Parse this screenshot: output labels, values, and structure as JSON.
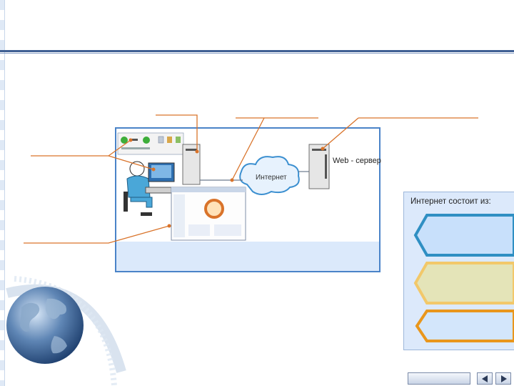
{
  "diagram": {
    "server_label": "Web - сервер",
    "cloud_label": "Интернет"
  },
  "panel": {
    "title": "Интернет состоит из:",
    "items": [
      {
        "fill": "#c8e0fb",
        "stroke": "#2f8fc3"
      },
      {
        "fill": "#e4e4b8",
        "stroke": "#f2c86a"
      },
      {
        "fill": "#d3e6fb",
        "stroke": "#e9961c"
      }
    ]
  },
  "colors": {
    "accent_line": "#3f5f93",
    "callout": "#d9732a",
    "frame": "#4a83c8"
  }
}
